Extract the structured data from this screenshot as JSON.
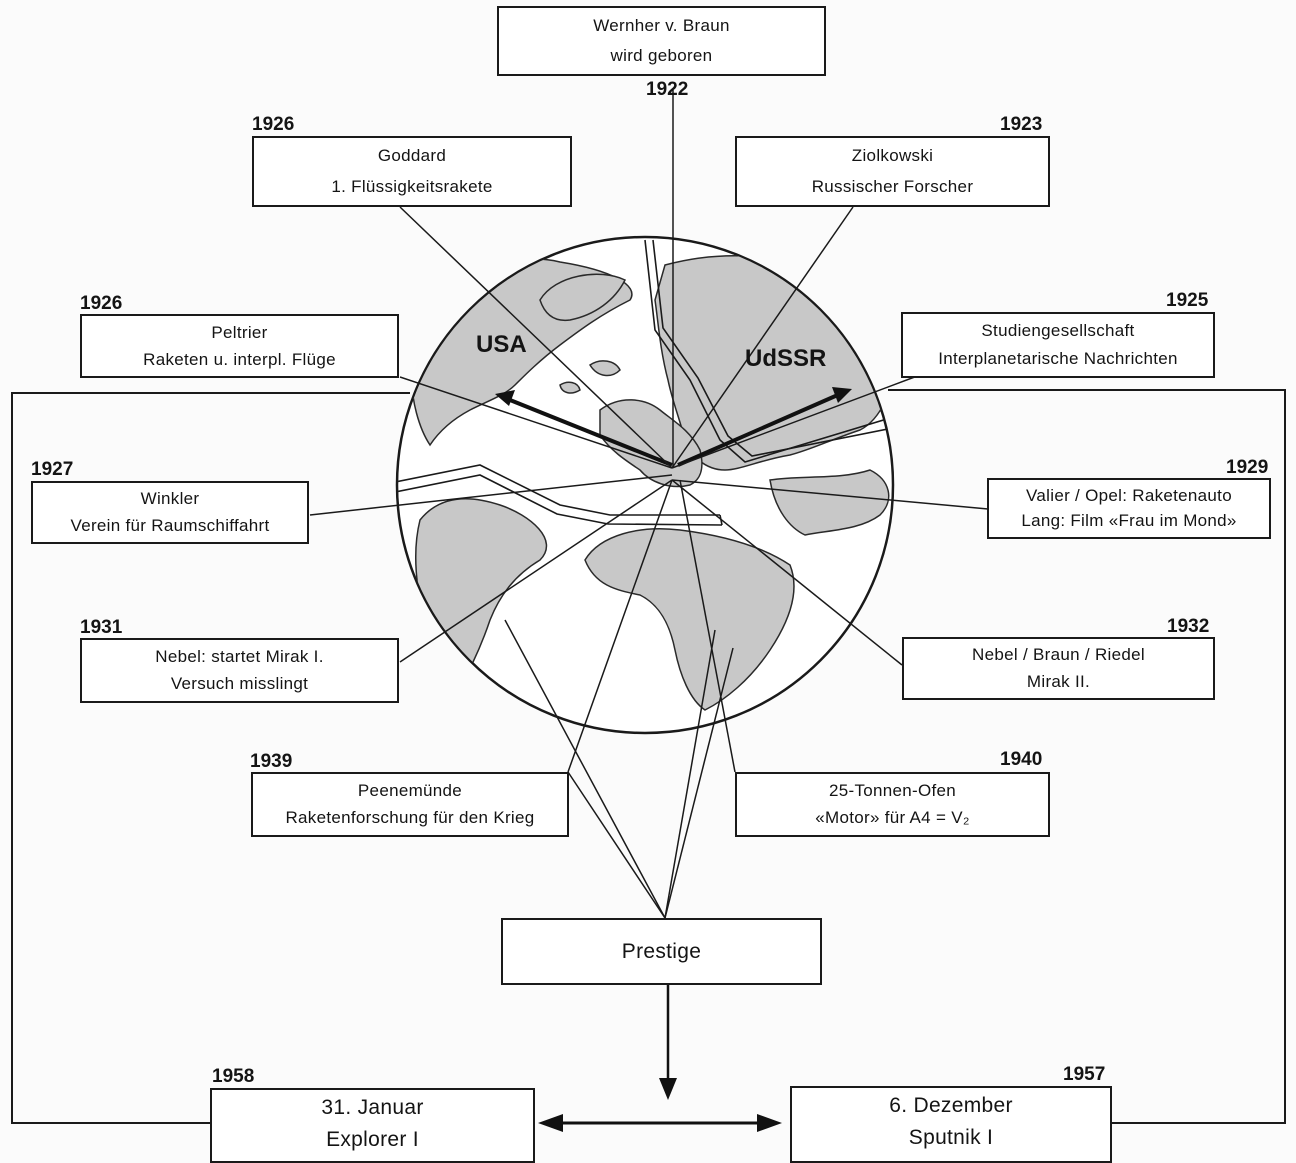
{
  "events": [
    {
      "id": "braun",
      "year": "1922",
      "line1": "Wernher v. Braun",
      "line2": "wird geboren"
    },
    {
      "id": "goddard",
      "year": "1926",
      "line1": "Goddard",
      "line2": "1. Flüssigkeitsrakete"
    },
    {
      "id": "ziolkowski",
      "year": "1923",
      "line1": "Ziolkowski",
      "line2": "Russischer Forscher"
    },
    {
      "id": "peltrier",
      "year": "1926",
      "line1": "Peltrier",
      "line2": "Raketen u. interpl. Flüge"
    },
    {
      "id": "studien",
      "year": "1925",
      "line1": "Studiengesellschaft",
      "line2": "Interplanetarische Nachrichten"
    },
    {
      "id": "winkler",
      "year": "1927",
      "line1": "Winkler",
      "line2": "Verein für Raumschiffahrt"
    },
    {
      "id": "valier",
      "year": "1929",
      "line1": "Valier / Opel: Raketenauto",
      "line2": "Lang: Film «Frau im Mond»"
    },
    {
      "id": "nebel",
      "year": "1931",
      "line1": "Nebel: startet Mirak I.",
      "line2": "Versuch misslingt"
    },
    {
      "id": "mirak2",
      "year": "1932",
      "line1": "Nebel / Braun / Riedel",
      "line2": "Mirak II."
    },
    {
      "id": "peenemuende",
      "year": "1939",
      "line1": "Peenemünde",
      "line2": "Raketenforschung für den Krieg"
    },
    {
      "id": "ofen",
      "year": "1940",
      "line1": "25-Tonnen-Ofen",
      "line2": "«Motor» für A4 = V₂"
    }
  ],
  "prestige": {
    "label": "Prestige"
  },
  "explorer": {
    "year": "1958",
    "line1": "31. Januar",
    "line2": "Explorer I"
  },
  "sputnik": {
    "year": "1957",
    "line1": "6. Dezember",
    "line2": "Sputnik I"
  },
  "map": {
    "usa": "USA",
    "udssr": "UdSSR",
    "land_color": "#c8c8c8",
    "ocean_color": "#ffffff"
  }
}
